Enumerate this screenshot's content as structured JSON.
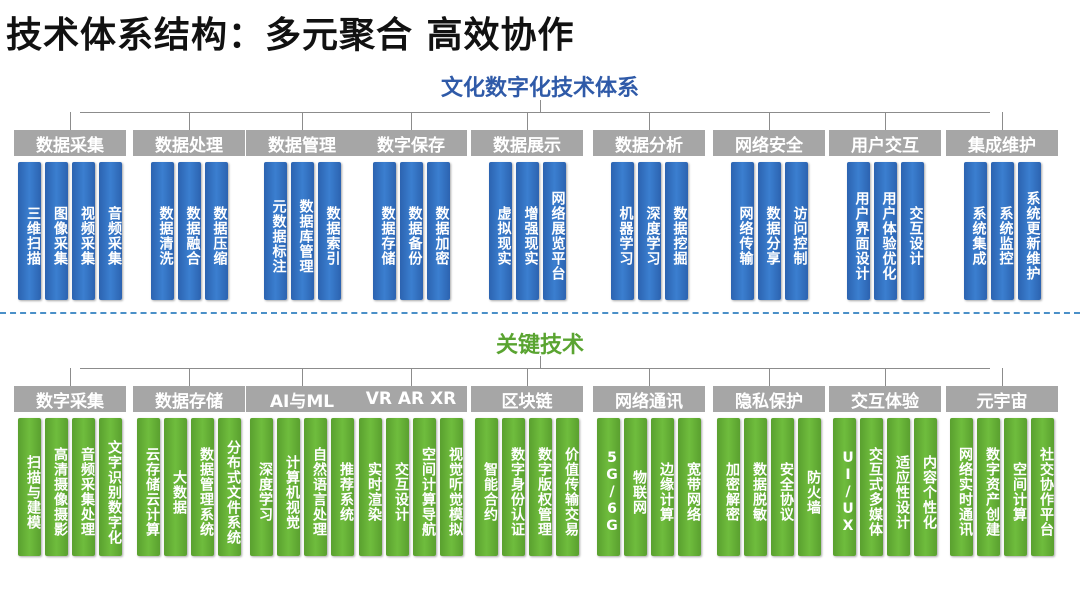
{
  "title": "技术体系结构：多元聚合 高效协作",
  "section1": {
    "title": "文化数字化技术体系",
    "groups": [
      {
        "label": "数据采集",
        "items": [
          "三维扫描",
          "图像采集",
          "视频采集",
          "音频采集"
        ]
      },
      {
        "label": "数据处理",
        "items": [
          "数据清洗",
          "数据融合",
          "数据压缩"
        ]
      },
      {
        "label": "数据管理",
        "items": [
          "元数据标注",
          "数据库管理",
          "数据索引"
        ]
      },
      {
        "label": "数字保存",
        "items": [
          "数据存储",
          "数据备份",
          "数据加密"
        ]
      },
      {
        "label": "数据展示",
        "items": [
          "虚拟现实",
          "增强现实",
          "网络展览平台"
        ]
      },
      {
        "label": "数据分析",
        "items": [
          "机器学习",
          "深度学习",
          "数据挖掘"
        ]
      },
      {
        "label": "网络安全",
        "items": [
          "网络传输",
          "数据分享",
          "访问控制"
        ]
      },
      {
        "label": "用户交互",
        "items": [
          "用户界面设计",
          "用户体验优化",
          "交互设计"
        ]
      },
      {
        "label": "集成维护",
        "items": [
          "系统集成",
          "系统监控",
          "系统更新维护"
        ]
      }
    ]
  },
  "section2": {
    "title": "关键技术",
    "groups": [
      {
        "label": "数字采集",
        "items": [
          "扫描与建模",
          "高清摄像摄影",
          "音频采集处理",
          "文字识别数字化"
        ]
      },
      {
        "label": "数据存储",
        "items": [
          "云存储云计算",
          "大数据",
          "数据管理系统",
          "分布式文件系统"
        ]
      },
      {
        "label": "AI与ML",
        "items": [
          "深度学习",
          "计算机视觉",
          "自然语言处理",
          "推荐系统"
        ]
      },
      {
        "label": "VR AR XR",
        "items": [
          "实时渲染",
          "交互设计",
          "空间计算导航",
          "视觉听觉模拟"
        ]
      },
      {
        "label": "区块链",
        "items": [
          "智能合约",
          "数字身份认证",
          "数字版权管理",
          "价值传输交易"
        ]
      },
      {
        "label": "网络通讯",
        "items": [
          "5G/6G",
          "物联网",
          "边缘计算",
          "宽带网络"
        ]
      },
      {
        "label": "隐私保护",
        "items": [
          "加密解密",
          "数据脱敏",
          "安全协议",
          "防火墙"
        ]
      },
      {
        "label": "交互体验",
        "items": [
          "UI/UX",
          "交互式多媒体",
          "适应性设计",
          "内容个性化"
        ]
      },
      {
        "label": "元宇宙",
        "items": [
          "网络实时通讯",
          "数字资产创建",
          "空间计算",
          "社交协作平台"
        ]
      }
    ]
  },
  "colors": {
    "title": "#111111",
    "section1": "#2f5aa8",
    "section2": "#5aa431",
    "category": "#a6a6a6",
    "tile1": "#3b7fd0",
    "tile2": "#6fbd3d",
    "divider": "#4a90c8"
  }
}
